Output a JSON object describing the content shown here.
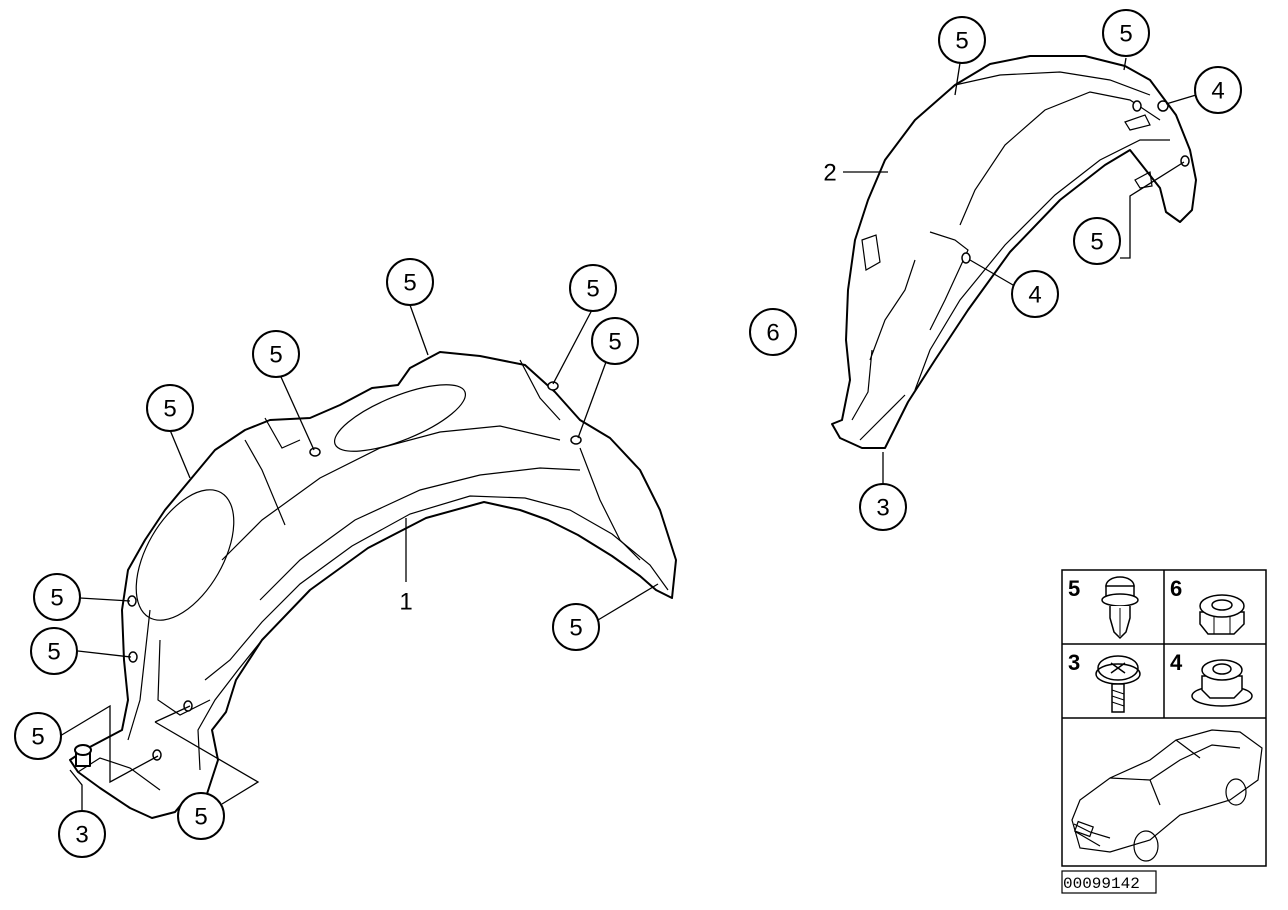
{
  "callouts": {
    "left_liner": {
      "label_1": "1",
      "label_3": "3",
      "clip_a": "5",
      "clip_b": "5",
      "clip_c": "5",
      "clip_d": "5",
      "clip_e": "5",
      "clip_f": "5",
      "clip_g": "5",
      "clip_h": "5",
      "clip_i": "5",
      "clip_j": "5"
    },
    "right_liner": {
      "label_2": "2",
      "label_3": "3",
      "clip_top_a": "5",
      "clip_top_b": "5",
      "clip_side": "5",
      "nut_top": "4",
      "nut_mid": "4"
    },
    "standalone_6": "6"
  },
  "legend": {
    "cells": [
      {
        "num": "5",
        "icon": "expanding-rivet-icon"
      },
      {
        "num": "6",
        "icon": "hex-nut-icon"
      },
      {
        "num": "3",
        "icon": "screw-icon"
      },
      {
        "num": "4",
        "icon": "flange-nut-icon"
      }
    ],
    "car_icon": "sedan-car-icon"
  },
  "document_number": "00099142"
}
